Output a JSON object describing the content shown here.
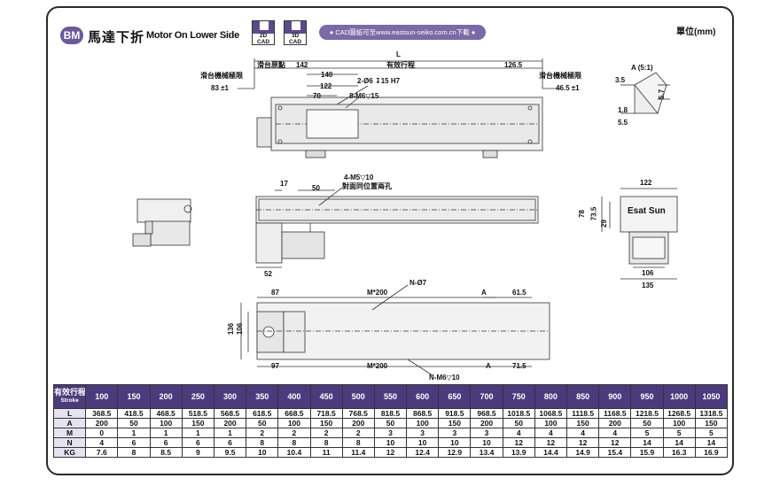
{
  "header": {
    "badge": "BM",
    "title_cn": "馬達下折",
    "title_en": "Motor On Lower Side",
    "cad2d_top": "2D",
    "cad2d_bottom": "CAD",
    "cad3d_top": "3D",
    "cad3d_bottom": "CAD",
    "cad_banner": "● CAD圖紙可至www.eastsun-seiko.com.cn下載 ●",
    "unit": "單位(mm)"
  },
  "top_view": {
    "L": "L",
    "slide_origin": "滑台原點",
    "v142": "142",
    "effective_stroke": "有效行程",
    "v126_5": "126.5",
    "mech_limit_left": "滑台機械極限",
    "mech_limit_right": "滑台機械極限",
    "v83": "83 ±1",
    "v46_5": "46.5 ±1",
    "v140": "140",
    "v122": "122",
    "v70": "70",
    "hole_2": "2-Ø6 ↧15 H7",
    "hole_8": "8-M6▽15"
  },
  "detail": {
    "title": "A (5:1)",
    "v3_5": "3.5",
    "v5_7": "5.7",
    "v1_8": "1.8",
    "v5_5": "5.5"
  },
  "side_view": {
    "v17": "17",
    "v50": "50",
    "hole_4": "4-M5▽10",
    "hole_note": "對面同位置兩孔",
    "v52": "52"
  },
  "end_view": {
    "v122": "122",
    "v78": "78",
    "v73_5": "73.5",
    "v29": "29",
    "brand": "Esat Sun",
    "v106": "106",
    "v135": "135"
  },
  "bottom_view": {
    "v87": "87",
    "m200_top": "M*200",
    "n7": "N-Ø7",
    "A_top": "A",
    "v61_5": "61.5",
    "v136": "136",
    "v106": "106",
    "v97": "97",
    "m200_bottom": "M*200",
    "A_bottom": "A",
    "v71_5": "71.5",
    "n_m6": "N-M6▽10"
  },
  "table": {
    "header_cn": "有效行程",
    "header_en": "Stroke",
    "strokes": [
      "100",
      "150",
      "200",
      "250",
      "300",
      "350",
      "400",
      "450",
      "500",
      "550",
      "600",
      "650",
      "700",
      "750",
      "800",
      "850",
      "900",
      "950",
      "1000",
      "1050"
    ],
    "rows": [
      {
        "label": "L",
        "values": [
          "368.5",
          "418.5",
          "468.5",
          "518.5",
          "568.5",
          "618.5",
          "668.5",
          "718.5",
          "768.5",
          "818.5",
          "868.5",
          "918.5",
          "968.5",
          "1018.5",
          "1068.5",
          "1118.5",
          "1168.5",
          "1218.5",
          "1268.5",
          "1318.5"
        ]
      },
      {
        "label": "A",
        "values": [
          "200",
          "50",
          "100",
          "150",
          "200",
          "50",
          "100",
          "150",
          "200",
          "50",
          "100",
          "150",
          "200",
          "50",
          "100",
          "150",
          "200",
          "50",
          "100",
          "150"
        ]
      },
      {
        "label": "M",
        "values": [
          "0",
          "1",
          "1",
          "1",
          "1",
          "2",
          "2",
          "2",
          "2",
          "3",
          "3",
          "3",
          "3",
          "4",
          "4",
          "4",
          "4",
          "5",
          "5",
          "5"
        ]
      },
      {
        "label": "N",
        "values": [
          "4",
          "6",
          "6",
          "6",
          "6",
          "8",
          "8",
          "8",
          "8",
          "10",
          "10",
          "10",
          "10",
          "12",
          "12",
          "12",
          "12",
          "14",
          "14",
          "14"
        ]
      },
      {
        "label": "KG",
        "values": [
          "7.6",
          "8",
          "8.5",
          "9",
          "9.5",
          "10",
          "10.4",
          "11",
          "11.4",
          "12",
          "12.4",
          "12.9",
          "13.4",
          "13.9",
          "14.4",
          "14.9",
          "15.4",
          "15.9",
          "16.3",
          "16.9"
        ]
      }
    ]
  }
}
